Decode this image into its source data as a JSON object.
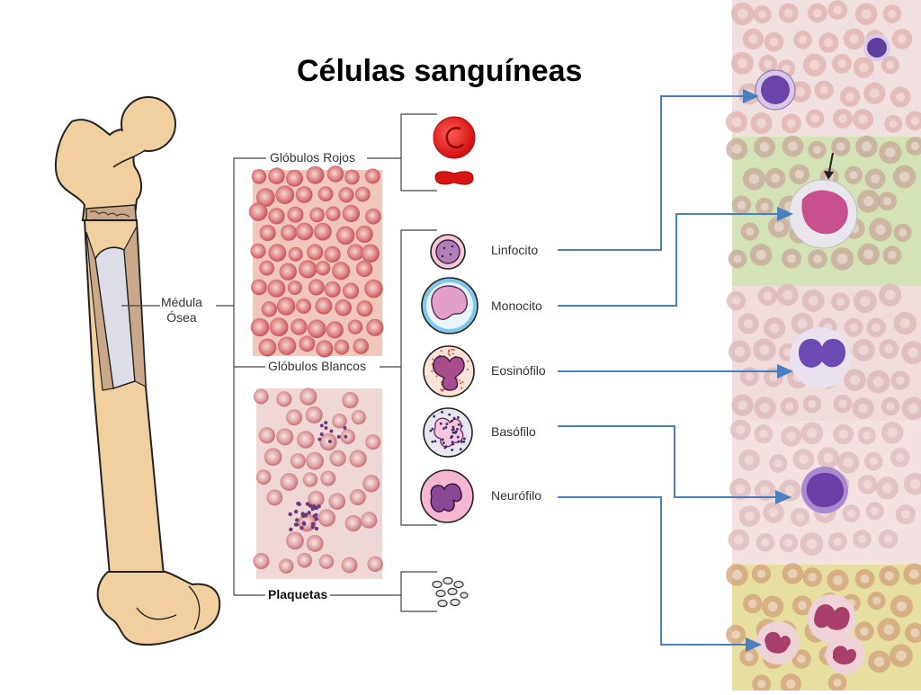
{
  "title": "Células sanguíneas",
  "labels": {
    "marrow_line1": "Médula",
    "marrow_line2": "Ósea",
    "red_cells": "Glóbulos Rojos",
    "white_cells": "Glóbulos Blancos",
    "platelets": "Plaquetas"
  },
  "white_cell_types": [
    {
      "label": "Linfocito"
    },
    {
      "label": "Monocito"
    },
    {
      "label": "Eosinófilo"
    },
    {
      "label": "Basófilo"
    },
    {
      "label": "Neurófilo"
    }
  ],
  "colors": {
    "bone": "#f2cf9e",
    "bone_outline": "#222222",
    "marrow": "#dcdde6",
    "red_cell": "#e0211f",
    "arrow": "#4a7fc1",
    "nucleus": "#7a3c8c",
    "smear_bg": "#f1c7bc",
    "panel_green": "#d3e3b6",
    "panel_yellow": "#e6dfa0",
    "panel_pink": "#f1dcdc"
  },
  "icons": [
    "femur-bone-illustration",
    "red-blood-cell-icon",
    "lymphocyte-icon",
    "monocyte-icon",
    "eosinophil-icon",
    "basophil-icon",
    "neutrophil-icon",
    "platelets-icon"
  ]
}
